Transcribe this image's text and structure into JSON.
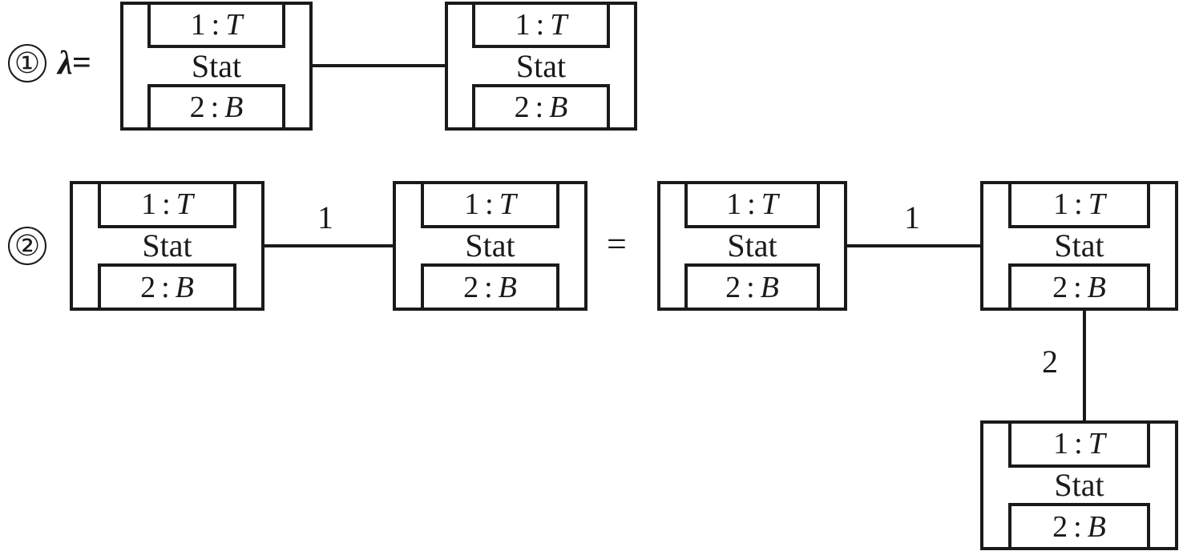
{
  "diagram": {
    "title_visible": false,
    "background_color": "#ffffff",
    "line_color": "#1a1a1a",
    "rows": [
      {
        "marker": "①",
        "prefix_label": "λ=",
        "nodes": [
          {
            "top_port": {
              "num": "1",
              "colon": ":",
              "type": "T"
            },
            "label": "Stat",
            "bottom_port": {
              "num": "2",
              "colon": ":",
              "type": "B"
            }
          },
          {
            "top_port": {
              "num": "1",
              "colon": ":",
              "type": "T"
            },
            "label": "Stat",
            "bottom_port": {
              "num": "2",
              "colon": ":",
              "type": "B"
            }
          }
        ],
        "edges": [
          {
            "label": ""
          }
        ]
      },
      {
        "marker": "②",
        "prefix_label": "",
        "relation": "=",
        "nodes": [
          {
            "top_port": {
              "num": "1",
              "colon": ":",
              "type": "T"
            },
            "label": "Stat",
            "bottom_port": {
              "num": "2",
              "colon": ":",
              "type": "B"
            }
          },
          {
            "top_port": {
              "num": "1",
              "colon": ":",
              "type": "T"
            },
            "label": "Stat",
            "bottom_port": {
              "num": "2",
              "colon": ":",
              "type": "B"
            }
          },
          {
            "top_port": {
              "num": "1",
              "colon": ":",
              "type": "T"
            },
            "label": "Stat",
            "bottom_port": {
              "num": "2",
              "colon": ":",
              "type": "B"
            }
          },
          {
            "top_port": {
              "num": "1",
              "colon": ":",
              "type": "T"
            },
            "label": "Stat",
            "bottom_port": {
              "num": "2",
              "colon": ":",
              "type": "B"
            }
          },
          {
            "top_port": {
              "num": "1",
              "colon": ":",
              "type": "T"
            },
            "label": "Stat",
            "bottom_port": {
              "num": "2",
              "colon": ":",
              "type": "B"
            }
          }
        ],
        "edges": [
          {
            "label": "1"
          },
          {
            "label": "1"
          },
          {
            "label": "2"
          }
        ]
      }
    ]
  }
}
